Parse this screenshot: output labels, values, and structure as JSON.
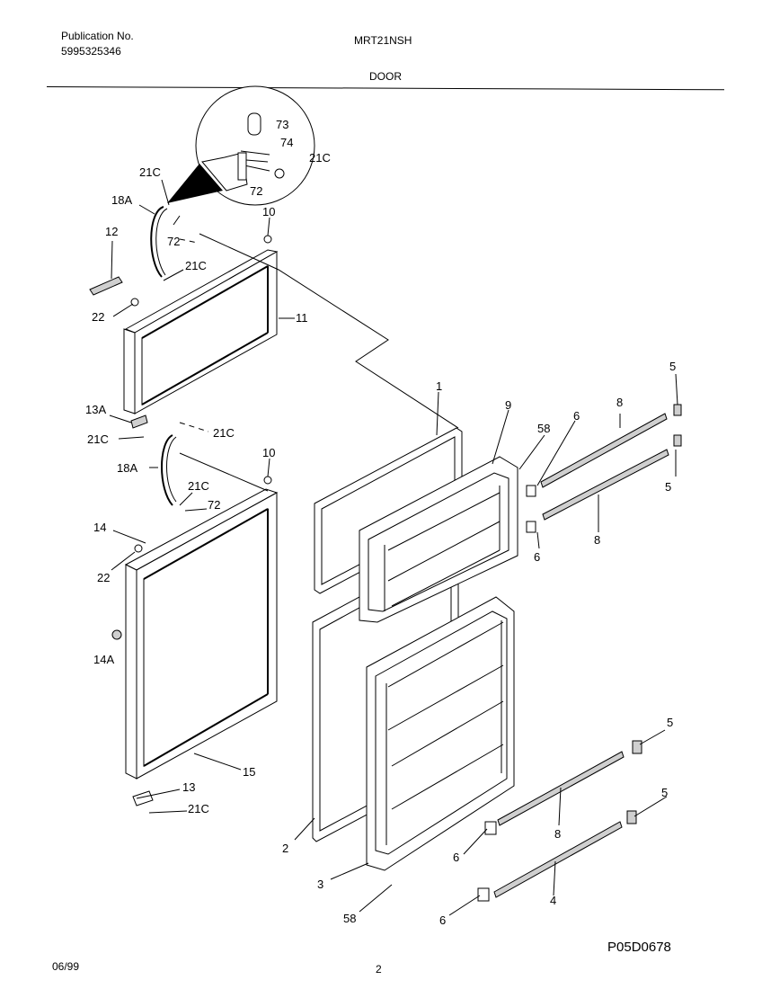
{
  "header": {
    "publication_label": "Publication No.",
    "publication_number": "5995325346",
    "model": "MRT21NSH",
    "section": "DOOR"
  },
  "footer": {
    "date": "06/99",
    "page": "2",
    "code": "P05D0678"
  },
  "callouts": {
    "c73": "73",
    "c74": "74",
    "c21c_detail": "21C",
    "c72_detail": "72",
    "c21c_a": "21C",
    "c18a_a": "18A",
    "c72_a": "72",
    "c10_a": "10",
    "c12": "12",
    "c21c_b": "21C",
    "c22_a": "22",
    "c11": "11",
    "c13a": "13A",
    "c21c_c": "21C",
    "c21c_d": "21C",
    "c18a_b": "18A",
    "c10_b": "10",
    "c21c_e": "21C",
    "c72_b": "72",
    "c14": "14",
    "c22_b": "22",
    "c14a": "14A",
    "c15": "15",
    "c13": "13",
    "c21c_f": "21C",
    "c1": "1",
    "c9": "9",
    "c58_a": "58",
    "c6_a": "6",
    "c8_a": "8",
    "c5_a": "5",
    "c5_b": "5",
    "c8_b": "8",
    "c6_b": "6",
    "c2": "2",
    "c3": "3",
    "c58_b": "58",
    "c5_c": "5",
    "c8_c": "8",
    "c6_c": "6",
    "c5_d": "5",
    "c6_d": "6",
    "c4": "4"
  }
}
